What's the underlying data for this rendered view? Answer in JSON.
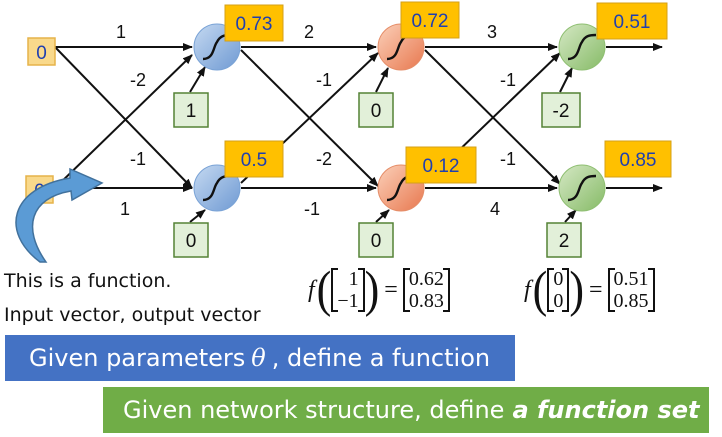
{
  "inputs": [
    {
      "id": "x1",
      "value": "0"
    },
    {
      "id": "x2",
      "value": "0"
    }
  ],
  "weights": {
    "layer1": [
      "1",
      "-2",
      "-1",
      "1"
    ],
    "layer2": [
      "2",
      "-1",
      "-2",
      "-1"
    ],
    "layer3": [
      "3",
      "-1",
      "-1",
      "4"
    ]
  },
  "biases": {
    "layer1": [
      "1",
      "0"
    ],
    "layer2": [
      "0",
      "0"
    ],
    "layer3": [
      "-2",
      "2"
    ]
  },
  "outputs": {
    "layer1": [
      "0.73",
      "0.5"
    ],
    "layer2": [
      "0.72",
      "0.12"
    ],
    "layer3": [
      "0.51",
      "0.85"
    ]
  },
  "neuron_colors": {
    "layer1": "#8fb4e3",
    "layer2": "#f4a582",
    "layer3": "#a9d18e"
  },
  "description": {
    "line1": "This is a function.",
    "line2": "Input vector, output vector"
  },
  "formula1": {
    "fn": "f",
    "input": [
      "1",
      "−1"
    ],
    "output": [
      "0.62",
      "0.83"
    ],
    "equals": "="
  },
  "formula2": {
    "fn": "f",
    "input": [
      "0",
      "0"
    ],
    "output": [
      "0.51",
      "0.85"
    ],
    "equals": "="
  },
  "banner1": {
    "before": "Given parameters",
    "symbol": "θ",
    "after": ", define a function"
  },
  "banner2": {
    "text": "Given network structure, define",
    "emphasis": "a function set"
  },
  "colors": {
    "input_box": "#f9d98b",
    "output_box": "#ffc000",
    "bias_box": "#e2f0d9",
    "bias_border": "#548235",
    "banner_blue": "#4472c4",
    "banner_green": "#70ad47",
    "curved_arrow": "#5b9bd5"
  }
}
